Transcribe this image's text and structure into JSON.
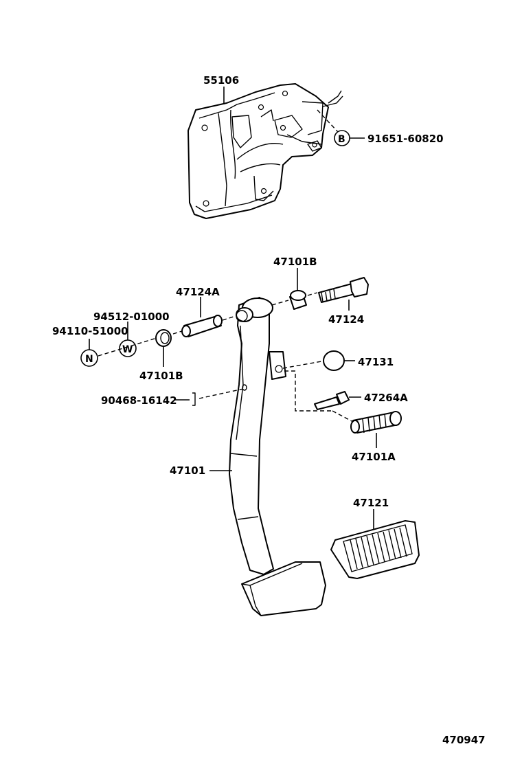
{
  "labels": {
    "bracket": "55106",
    "bolt_b": "91651-60820",
    "bushing_top": "47101B",
    "collar": "47124A",
    "bolt": "47124",
    "washer": "94512-01000",
    "nut": "94110-51000",
    "bushing_left": "47101B",
    "stopper": "47131",
    "clip": "90468-16142",
    "pin": "47264A",
    "spring": "47101A",
    "pedal_arm": "47101",
    "pedal_pad": "47121",
    "diagram_number": "470947"
  },
  "callouts": {
    "b": "B",
    "n": "N",
    "w": "W"
  }
}
